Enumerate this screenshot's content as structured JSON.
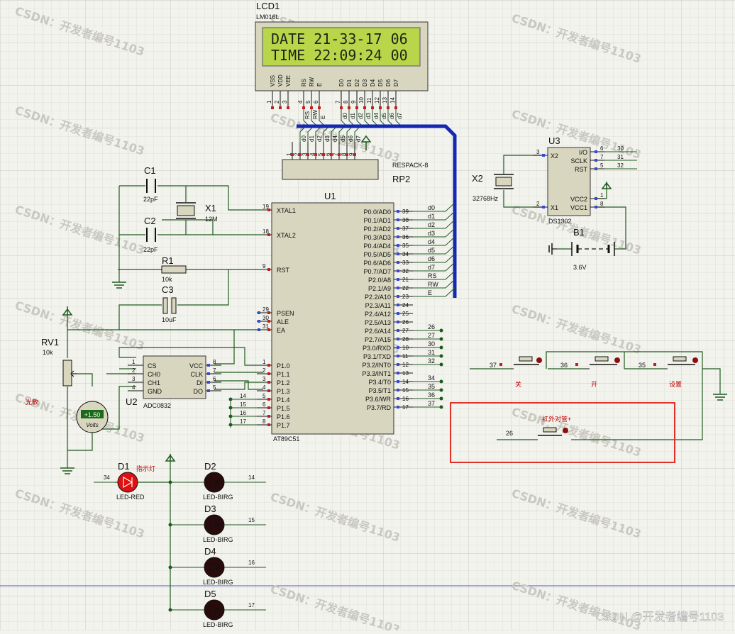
{
  "lcd": {
    "ref": "LCD1",
    "model": "LM016L",
    "line1": "DATE 21-33-17 06",
    "line2": "TIME 22:09:24 00",
    "pins": [
      "VSS",
      "VDD",
      "VEE",
      "RS",
      "RW",
      "E",
      "D0",
      "D1",
      "D2",
      "D3",
      "D4",
      "D5",
      "D6",
      "D7"
    ],
    "pin_nums": [
      "1",
      "2",
      "3",
      "4",
      "5",
      "6",
      "7",
      "8",
      "9",
      "10",
      "11",
      "12",
      "13",
      "14"
    ],
    "net_labels": [
      "RS",
      "RW",
      "E",
      "d0",
      "d1",
      "d2",
      "d3",
      "d4",
      "d5",
      "d6",
      "d7"
    ]
  },
  "rp2": {
    "ref": "RP2",
    "model": "RESPACK-8",
    "pins": [
      "d0",
      "d1",
      "d2",
      "d3",
      "d4",
      "d5",
      "d6",
      "d7"
    ],
    "pin_nums": [
      "1",
      "2",
      "3",
      "4",
      "5",
      "6",
      "7",
      "8",
      "9"
    ]
  },
  "u1": {
    "ref": "U1",
    "model": "AT89C51",
    "left": [
      {
        "num": "19",
        "name": "XTAL1"
      },
      {
        "num": "18",
        "name": "XTAL2"
      },
      {
        "num": "9",
        "name": "RST"
      },
      {
        "num": "29",
        "name": "PSEN"
      },
      {
        "num": "30",
        "name": "ALE"
      },
      {
        "num": "31",
        "name": "EA"
      },
      {
        "num": "1",
        "name": "P1.0"
      },
      {
        "num": "2",
        "name": "P1.1"
      },
      {
        "num": "3",
        "name": "P1.2"
      },
      {
        "num": "4",
        "name": "P1.3"
      },
      {
        "num": "5",
        "name": "P1.4"
      },
      {
        "num": "6",
        "name": "P1.5"
      },
      {
        "num": "7",
        "name": "P1.6"
      },
      {
        "num": "8",
        "name": "P1.7"
      }
    ],
    "right": [
      {
        "num": "39",
        "name": "P0.0/AD0",
        "net": "d0"
      },
      {
        "num": "38",
        "name": "P0.1/AD1",
        "net": "d1"
      },
      {
        "num": "37",
        "name": "P0.2/AD2",
        "net": "d2"
      },
      {
        "num": "36",
        "name": "P0.3/AD3",
        "net": "d3"
      },
      {
        "num": "35",
        "name": "P0.4/AD4",
        "net": "d4"
      },
      {
        "num": "34",
        "name": "P0.5/AD5",
        "net": "d5"
      },
      {
        "num": "33",
        "name": "P0.6/AD6",
        "net": "d6"
      },
      {
        "num": "32",
        "name": "P0.7/AD7",
        "net": "d7"
      },
      {
        "num": "21",
        "name": "P2.0/A8",
        "net": "RS"
      },
      {
        "num": "22",
        "name": "P2.1/A9",
        "net": "RW"
      },
      {
        "num": "23",
        "name": "P2.2/A10",
        "net": "E"
      },
      {
        "num": "24",
        "name": "P2.3/A11",
        "net": ""
      },
      {
        "num": "25",
        "name": "P2.4/A12",
        "net": ""
      },
      {
        "num": "26",
        "name": "P2.5/A13",
        "net": ""
      },
      {
        "num": "27",
        "name": "P2.6/A14",
        "net": "26"
      },
      {
        "num": "28",
        "name": "P2.7/A15",
        "net": "27"
      },
      {
        "num": "10",
        "name": "P3.0/RXD",
        "net": "30"
      },
      {
        "num": "11",
        "name": "P3.1/TXD",
        "net": "31"
      },
      {
        "num": "12",
        "name": "P3.2/INT0",
        "net": "32"
      },
      {
        "num": "13",
        "name": "P3.3/INT1",
        "net": ""
      },
      {
        "num": "14",
        "name": "P3.4/T0",
        "net": "34"
      },
      {
        "num": "15",
        "name": "P3.5/T1",
        "net": "35"
      },
      {
        "num": "16",
        "name": "P3.6/WR",
        "net": "36"
      },
      {
        "num": "17",
        "name": "P3.7/RD",
        "net": "37"
      }
    ],
    "left_nets": [
      "14",
      "15",
      "16",
      "17"
    ]
  },
  "parts": {
    "c1": {
      "ref": "C1",
      "value": "22pF"
    },
    "c2": {
      "ref": "C2",
      "value": "22pF"
    },
    "x1": {
      "ref": "X1",
      "value": "12M"
    },
    "r1": {
      "ref": "R1",
      "value": "10k"
    },
    "c3": {
      "ref": "C3",
      "value": "10uF"
    },
    "rv1": {
      "ref": "RV1",
      "value": "10k",
      "note": "光敏"
    },
    "volt": {
      "reading": "+1.50",
      "unit": "Volts"
    },
    "x2": {
      "ref": "X2",
      "value": "32768Hz"
    },
    "b1": {
      "ref": "B1",
      "value": "3.6V"
    }
  },
  "u2": {
    "ref": "U2",
    "model": "ADC0832",
    "left": [
      {
        "num": "1",
        "name": "CS"
      },
      {
        "num": "2",
        "name": "CH0"
      },
      {
        "num": "3",
        "name": "CH1"
      },
      {
        "num": "4",
        "name": "GND"
      }
    ],
    "right": [
      {
        "num": "8",
        "name": "VCC"
      },
      {
        "num": "7",
        "name": "CLK"
      },
      {
        "num": "6",
        "name": "DI"
      },
      {
        "num": "5",
        "name": "DO"
      }
    ]
  },
  "u3": {
    "ref": "U3",
    "model": "DS1302",
    "left": [
      {
        "num": "3",
        "name": "X2"
      },
      {
        "num": "2",
        "name": "X1"
      }
    ],
    "right": [
      {
        "num": "6",
        "name": "I/O",
        "net": "30"
      },
      {
        "num": "7",
        "name": "SCLK",
        "net": "31"
      },
      {
        "num": "5",
        "name": "RST",
        "net": "32"
      },
      {
        "num": "1",
        "name": "VCC2"
      },
      {
        "num": "8",
        "name": "VCC1"
      }
    ]
  },
  "buttons": [
    {
      "net": "37",
      "label": "关"
    },
    {
      "net": "36",
      "label": "开"
    },
    {
      "net": "35",
      "label": "设置"
    }
  ],
  "ir": {
    "net": "26",
    "label": "红外对管+"
  },
  "leds": [
    {
      "ref": "D1",
      "model": "LED-RED",
      "net": "34",
      "note": "指示灯",
      "color": "#e01010"
    },
    {
      "ref": "D2",
      "model": "LED-BIRG",
      "net": "14",
      "color": "#2a0a0a"
    },
    {
      "ref": "D3",
      "model": "LED-BIRG",
      "net": "15",
      "color": "#2a0a0a"
    },
    {
      "ref": "D4",
      "model": "LED-BIRG",
      "net": "16",
      "color": "#2a0a0a"
    },
    {
      "ref": "D5",
      "model": "LED-BIRG",
      "net": "17",
      "color": "#2a0a0a"
    }
  ],
  "watermark": {
    "text": "CSDN：开发者编号1103",
    "footer": "CSDN @开发者编号1103"
  },
  "colors": {
    "wire": "#1e5a1e",
    "bus": "#1428b4",
    "body": "#d8d6bf",
    "lcd_bg": "#b9d64a",
    "highlight": "#e0302a",
    "grid": "#d9d9d0"
  }
}
